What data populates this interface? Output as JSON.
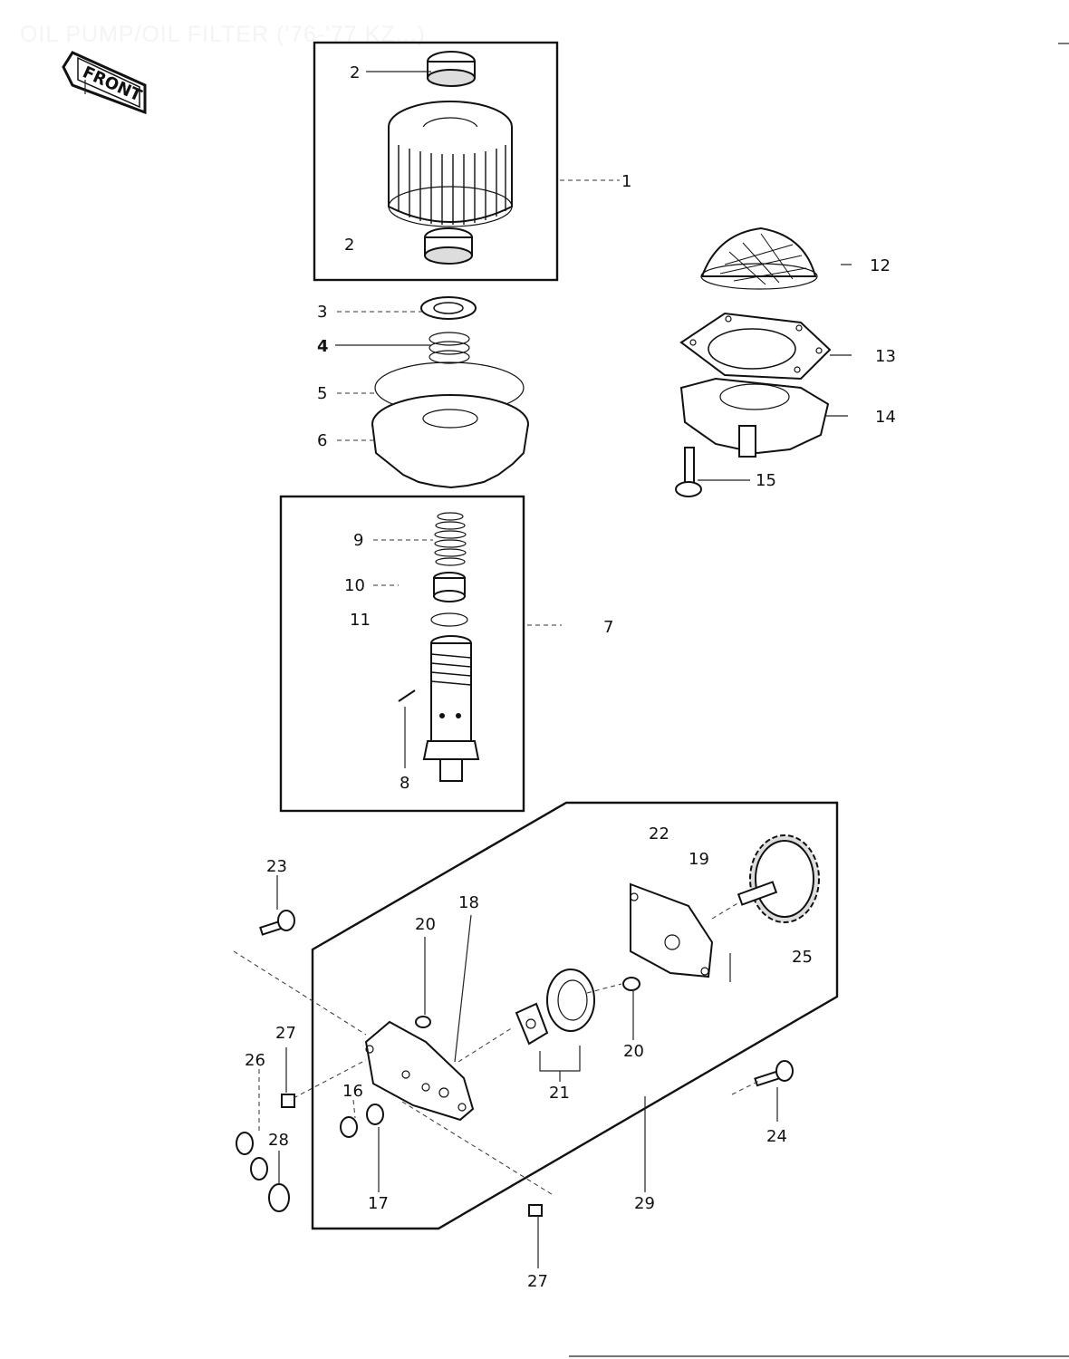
{
  "title": "OIL PUMP/OIL FILTER ('76-'77 KZ...)",
  "badge": "FRONT",
  "labels": {
    "p1": "1",
    "p2a": "2",
    "p2b": "2",
    "p3": "3",
    "p4": "4",
    "p5": "5",
    "p6": "6",
    "p7": "7",
    "p8": "8",
    "p9": "9",
    "p10": "10",
    "p11": "11",
    "p12": "12",
    "p13": "13",
    "p14": "14",
    "p15": "15",
    "p16": "16",
    "p17": "17",
    "p18": "18",
    "p19": "19",
    "p20a": "20",
    "p20b": "20",
    "p21": "21",
    "p22": "22",
    "p23": "23",
    "p24": "24",
    "p25": "25",
    "p26": "26",
    "p27a": "27",
    "p27b": "27",
    "p28": "28",
    "p29": "29"
  }
}
